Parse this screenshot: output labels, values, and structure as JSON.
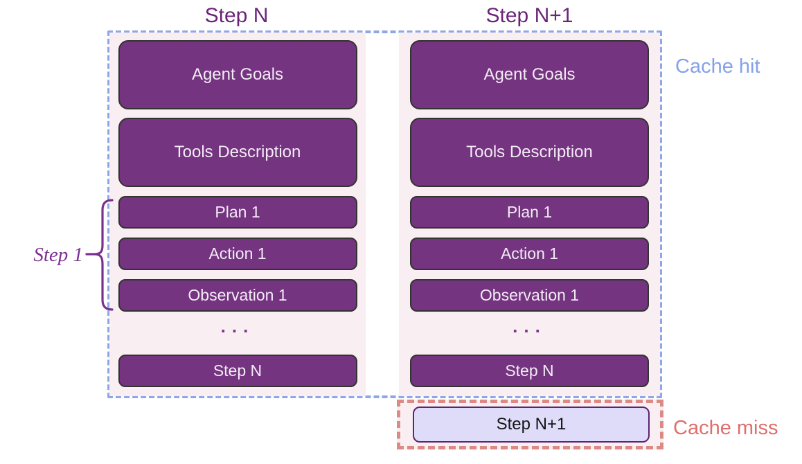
{
  "titles": {
    "left": "Step N",
    "right": "Step N+1"
  },
  "box_labels": [
    "Agent Goals",
    "Tools Description",
    "Plan 1",
    "Action 1",
    "Observation 1",
    "Step N"
  ],
  "ellipsis": "...",
  "extra_box": {
    "label": "Step N+1"
  },
  "annotations": {
    "cache_hit": "Cache hit",
    "cache_miss": "Cache miss",
    "step1": "Step 1"
  },
  "colors": {
    "box_fill": "#743480",
    "box_border": "#333333",
    "box_text": "#f3ecf5",
    "panel_background": "#f9eef1",
    "cache_hit_border": "#8fa7e9",
    "cache_hit_text": "#85a1ea",
    "cache_miss_border": "#dd8a84",
    "cache_miss_text": "#e06e6c",
    "title_text": "#6b2478",
    "step1_text": "#7c3090",
    "ellipsis_dots": "#7c3488",
    "extra_box_fill": "#dedcf8",
    "extra_box_border": "#5f2370"
  }
}
